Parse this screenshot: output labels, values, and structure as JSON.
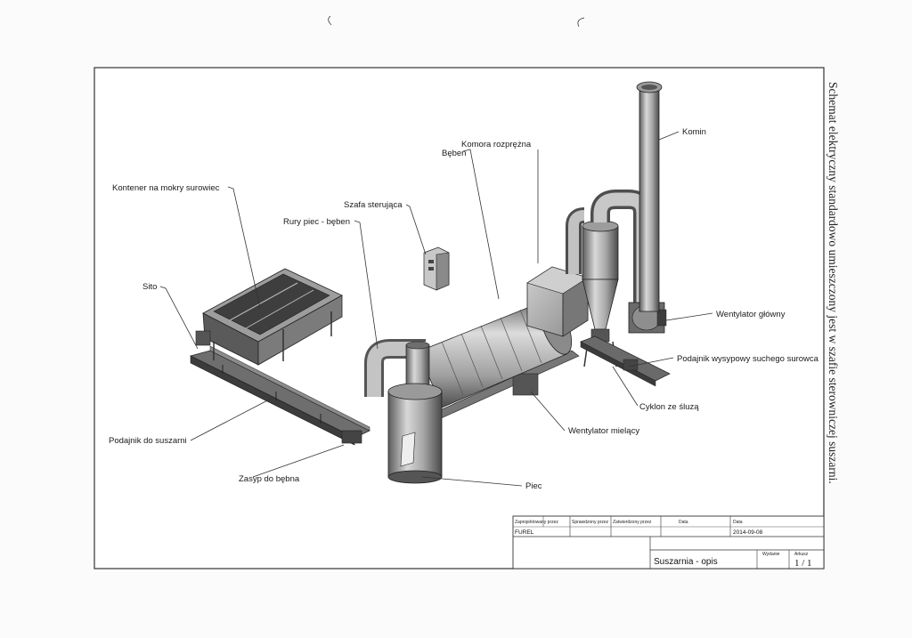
{
  "side_note": "Schemat elektryczny standardowo umieszczony jest w szafie sterowniczej suszarni.",
  "labels": {
    "komin": "Komin",
    "komora": "Komora rozprężna",
    "beben": "Bęben",
    "szafa": "Szafa sterująca",
    "rury": "Rury piec - bęben",
    "kontener": "Kontener na mokry surowiec",
    "sito": "Sito",
    "wentylator_glowny": "Wentylator główny",
    "podajnik_wysypowy": "Podajnik wysypowy suchego surowca",
    "cyklon": "Cyklon ze śluzą",
    "wentylator_mielacy": "Wentylator mielący",
    "podajnik_do_suszarni": "Podajnik do suszarni",
    "zasyp": "Zasyp do bębna",
    "piec": "Piec"
  },
  "title_block": {
    "designed_by_label": "Zaprojektowany przez",
    "checked_by_label": "Sprawdzony przez",
    "approved_by_label": "Zatwierdzony przez",
    "date_label_1": "Data",
    "date_label_2": "Data",
    "designed_by": "FUREL",
    "date": "2014-09-08",
    "title": "Suszarnia - opis",
    "edition_label": "Wydanie",
    "sheet_label": "Arkusz",
    "sheet": "1 / 1"
  },
  "colors": {
    "frame": "#333333",
    "metal": "#9a9a9a",
    "metal_dark": "#5a5a5a",
    "paper": "#fbfbfb"
  }
}
